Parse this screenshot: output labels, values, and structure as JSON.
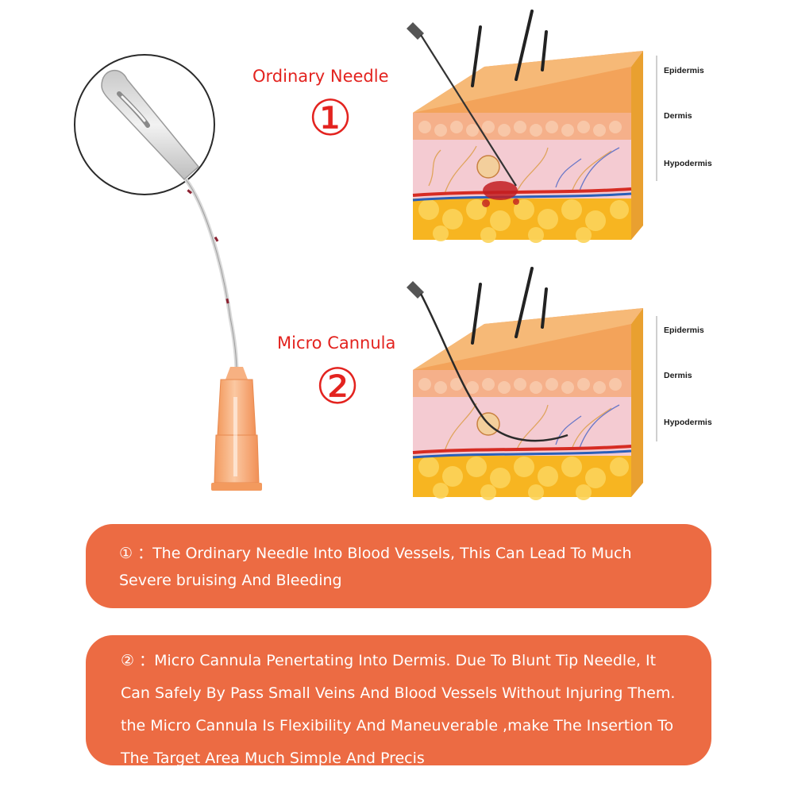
{
  "labels": {
    "ordinary_needle": "Ordinary Needle",
    "ordinary_number": "①",
    "micro_cannula": "Micro Cannula",
    "micro_number": "②"
  },
  "diagram_top": {
    "layers": [
      "Epidermis",
      "Dermis",
      "Hypodermis"
    ]
  },
  "diagram_bottom": {
    "layers": [
      "Epidermis",
      "Dermis",
      "Hypodermis"
    ]
  },
  "notes": {
    "note_1": "① ：The Ordinary Needle Into Blood Vessels, This Can Lead To Much Severe bruising And Bleeding",
    "note_2": "② ：Micro Cannula Penertating Into Dermis. Due To Blunt Tip Needle, It Can Safely By Pass Small Veins And Blood Vessels Without Injuring Them. the Micro Cannula Is Flexibility And Maneuverable  ,make The Insertion To The Target Area Much Simple And Precis"
  },
  "colors": {
    "accent_red": "#e3231f",
    "note_box": "#ec6b43",
    "hub_orange": "#f6a978",
    "epidermis": "#f3a35a",
    "dermis": "#f6c6b8",
    "fat": "#f7b521",
    "artery": "#d62c23",
    "vein": "#2a5fb8"
  },
  "icons": {
    "needle_tip": "zoom-circle-icon",
    "cannula": "cannula-icon"
  }
}
